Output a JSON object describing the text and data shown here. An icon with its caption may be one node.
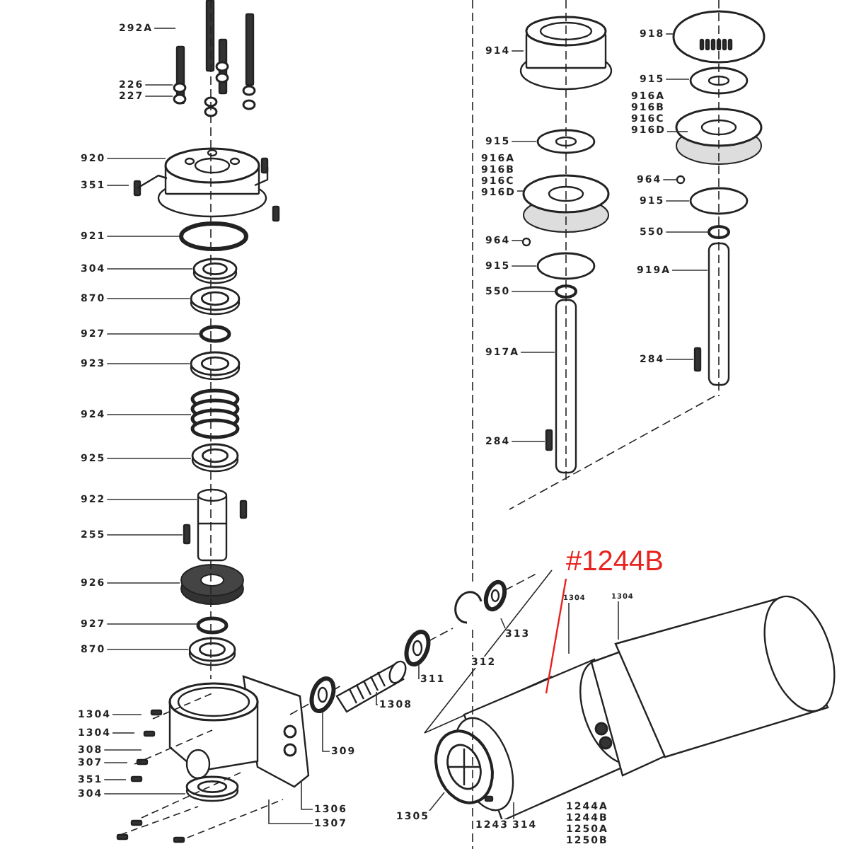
{
  "diagram": {
    "nodes": [
      {
        "text": [
          "292A"
        ]
      },
      {
        "text": [
          "226"
        ]
      },
      {
        "text": [
          "227"
        ]
      },
      {
        "text": [
          "920"
        ]
      },
      {
        "text": [
          "351"
        ]
      },
      {
        "text": [
          "921"
        ]
      },
      {
        "text": [
          "304"
        ]
      },
      {
        "text": [
          "870"
        ]
      },
      {
        "text": [
          "927"
        ]
      },
      {
        "text": [
          "923"
        ]
      },
      {
        "text": [
          "924"
        ]
      },
      {
        "text": [
          "925"
        ]
      },
      {
        "text": [
          "922"
        ]
      },
      {
        "text": [
          "255"
        ]
      },
      {
        "text": [
          "926"
        ]
      },
      {
        "text": [
          "927"
        ]
      },
      {
        "text": [
          "870"
        ]
      },
      {
        "text": [
          "1304"
        ]
      },
      {
        "text": [
          "1304"
        ]
      },
      {
        "text": [
          "308"
        ]
      },
      {
        "text": [
          "307"
        ]
      },
      {
        "text": [
          "351"
        ]
      },
      {
        "text": [
          "304"
        ]
      },
      {
        "text": [
          "1306"
        ]
      },
      {
        "text": [
          "1307"
        ]
      },
      {
        "text": [
          "309"
        ]
      },
      {
        "text": [
          "1308"
        ]
      },
      {
        "text": [
          "311"
        ]
      },
      {
        "text": [
          "313"
        ]
      },
      {
        "text": [
          "1304"
        ]
      },
      {
        "text": [
          "1304"
        ]
      },
      {
        "text": [
          "#1244B"
        ]
      },
      {
        "text": [
          "1305"
        ]
      },
      {
        "text": [
          "314"
        ]
      },
      {
        "text": [
          "914"
        ]
      },
      {
        "text": [
          "915"
        ]
      },
      {
        "text": [
          "916A",
          "916B",
          "916C",
          "916D"
        ]
      },
      {
        "text": [
          "964"
        ]
      },
      {
        "text": [
          "915"
        ]
      },
      {
        "text": [
          "550"
        ]
      },
      {
        "text": [
          "917A"
        ]
      },
      {
        "text": [
          "284"
        ]
      },
      {
        "text": [
          "918"
        ]
      },
      {
        "text": [
          "915"
        ]
      },
      {
        "text": [
          "916A",
          "916B",
          "916C",
          "916D"
        ]
      },
      {
        "text": [
          "964"
        ]
      },
      {
        "text": [
          "915"
        ]
      },
      {
        "text": [
          "550"
        ]
      },
      {
        "text": [
          "919A"
        ]
      },
      {
        "text": [
          "284"
        ]
      }
    ],
    "edges": [
      {
        "from": 0,
        "to": null,
        "arrow": "none"
      },
      {
        "from": 1,
        "to": null,
        "arrow": "none"
      },
      {
        "from": 2,
        "to": null,
        "arrow": "none"
      },
      {
        "from": 3,
        "to": null,
        "arrow": "none"
      },
      {
        "from": 4,
        "to": null,
        "arrow": "none"
      },
      {
        "from": 5,
        "to": null,
        "arrow": "none"
      },
      {
        "from": 6,
        "to": null,
        "arrow": "none"
      },
      {
        "from": 7,
        "to": null,
        "arrow": "none"
      },
      {
        "from": 8,
        "to": null,
        "arrow": "none"
      },
      {
        "from": 9,
        "to": null,
        "arrow": "none"
      },
      {
        "from": 10,
        "to": null,
        "arrow": "none"
      },
      {
        "from": 11,
        "to": null,
        "arrow": "none"
      },
      {
        "from": 12,
        "to": null,
        "arrow": "none"
      },
      {
        "from": 13,
        "to": null,
        "arrow": "none"
      },
      {
        "from": 14,
        "to": null,
        "arrow": "none"
      },
      {
        "from": 15,
        "to": null,
        "arrow": "none"
      },
      {
        "from": 16,
        "to": null,
        "arrow": "none"
      },
      {
        "from": 17,
        "to": null,
        "arrow": "none"
      },
      {
        "from": 18,
        "to": null,
        "arrow": "none"
      },
      {
        "from": 19,
        "to": null,
        "arrow": "none"
      },
      {
        "from": 20,
        "to": null,
        "arrow": "none"
      },
      {
        "from": 21,
        "to": null,
        "arrow": "none"
      },
      {
        "from": 22,
        "to": null,
        "arrow": "none"
      },
      {
        "from": 23,
        "to": null,
        "arrow": "none"
      },
      {
        "from": 24,
        "to": null,
        "arrow": "none"
      },
      {
        "from": 25,
        "to": null,
        "arrow": "none"
      },
      {
        "from": 26,
        "to": null,
        "arrow": "none"
      },
      {
        "from": 27,
        "to": null,
        "arrow": "none"
      },
      {
        "from": 28,
        "to": null,
        "arrow": "none"
      },
      {
        "from": 29,
        "to": null,
        "arrow": "none"
      },
      {
        "from": 30,
        "to": null,
        "arrow": "none"
      },
      {
        "from": 31,
        "to": null,
        "arrow": "none",
        "color": "#e8231e"
      },
      {
        "from": 32,
        "to": null,
        "arrow": "none"
      },
      {
        "from": 33,
        "to": null,
        "arrow": "none"
      },
      {
        "from": 34,
        "to": null,
        "arrow": "none"
      },
      {
        "from": 35,
        "to": null,
        "arrow": "none"
      },
      {
        "from": 36,
        "to": null,
        "arrow": "none"
      },
      {
        "from": 37,
        "to": null,
        "arrow": "none"
      },
      {
        "from": 38,
        "to": null,
        "arrow": "none"
      },
      {
        "from": 39,
        "to": null,
        "arrow": "none"
      },
      {
        "from": 40,
        "to": null,
        "arrow": "none"
      },
      {
        "from": 41,
        "to": null,
        "arrow": "none"
      },
      {
        "from": 42,
        "to": null,
        "arrow": "none"
      },
      {
        "from": 43,
        "to": null,
        "arrow": "none"
      },
      {
        "from": 44,
        "to": null,
        "arrow": "none"
      },
      {
        "from": 45,
        "to": null,
        "arrow": "none"
      },
      {
        "from": 46,
        "to": null,
        "arrow": "none"
      },
      {
        "from": 47,
        "to": null,
        "arrow": "none"
      },
      {
        "from": 48,
        "to": null,
        "arrow": "none"
      },
      {
        "from": 49,
        "to": null,
        "arrow": "none"
      }
    ],
    "labels": [
      "312",
      "1243",
      "1244A",
      "1244B",
      "1250A",
      "1250B"
    ]
  }
}
